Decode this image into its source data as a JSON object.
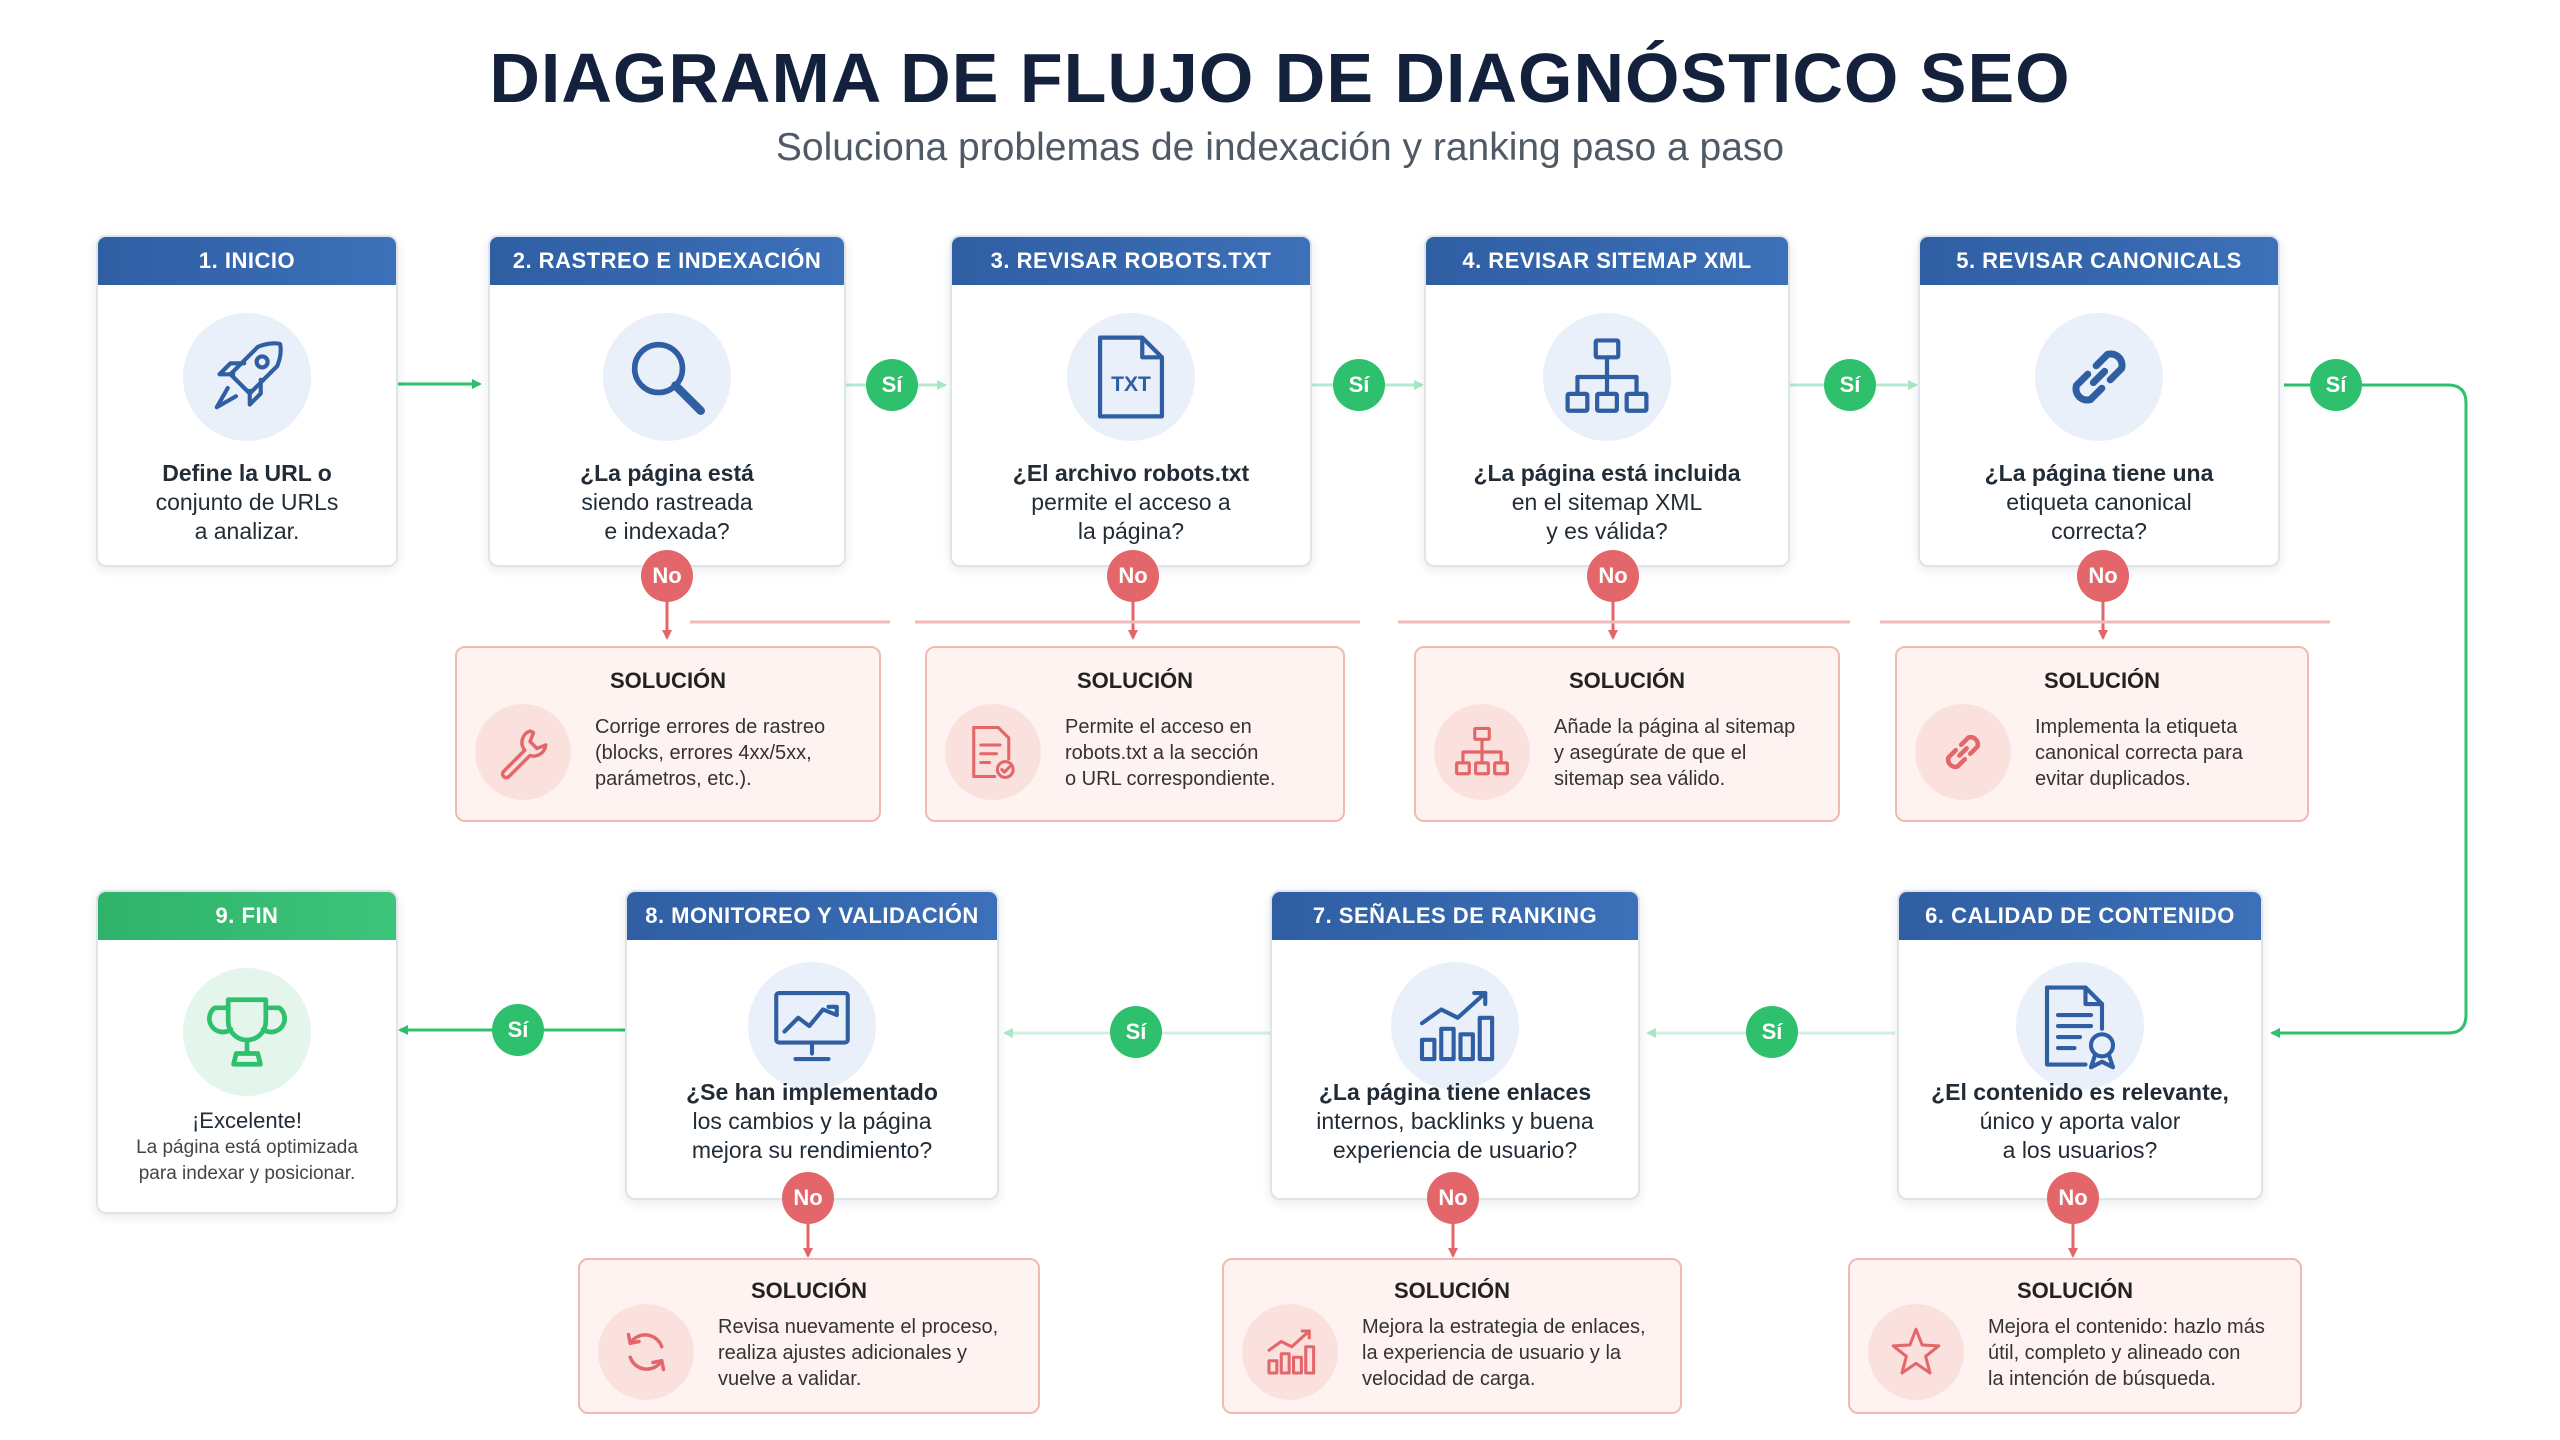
{
  "header": {
    "title": "DIAGRAMA DE FLUJO DE DIAGNÓSTICO SEO",
    "subtitle": "Soluciona problemas de indexación y ranking paso a paso"
  },
  "steps": [
    {
      "title": "1. INICIO",
      "icon": "rocket-icon",
      "lines": [
        "Define la URL o",
        "conjunto de URLs",
        "a analizar."
      ]
    },
    {
      "title": "2. RASTREO E INDEXACIÓN",
      "icon": "magnifier-icon",
      "lines": [
        "¿La página está",
        "siendo rastreada",
        "e indexada?"
      ]
    },
    {
      "title": "3. REVISAR ROBOTS.TXT",
      "icon": "txt-file-icon",
      "icon_text": "TXT",
      "lines": [
        "¿El archivo robots.txt",
        "permite el acceso a",
        "la página?"
      ]
    },
    {
      "title": "4. REVISAR SITEMAP XML",
      "icon": "sitemap-icon",
      "lines": [
        "¿La página está incluida",
        "en el sitemap XML",
        "y es válida?"
      ]
    },
    {
      "title": "5. REVISAR CANONICALS",
      "icon": "link-icon",
      "lines": [
        "¿La página tiene una",
        "etiqueta canonical",
        "correcta?"
      ]
    },
    {
      "title": "6. CALIDAD DE CONTENIDO",
      "icon": "document-badge-icon",
      "lines": [
        "¿El contenido es relevante,",
        "único y aporta valor",
        "a los usuarios?"
      ]
    },
    {
      "title": "7. SEÑALES DE RANKING",
      "icon": "growth-chart-icon",
      "lines": [
        "¿La página tiene enlaces",
        "internos, backlinks y buena",
        "experiencia de usuario?"
      ]
    },
    {
      "title": "8. MONITOREO Y VALIDACIÓN",
      "icon": "monitor-chart-icon",
      "lines": [
        "¿Se han implementado",
        "los cambios y la página",
        "mejora su rendimiento?"
      ]
    },
    {
      "title": "9. FIN",
      "icon": "trophy-icon",
      "lines": [
        "¡Excelente!",
        "La página está optimizada",
        "para indexar y posicionar."
      ]
    }
  ],
  "solutions": [
    {
      "title": "SOLUCIÓN",
      "icon": "wrench-icon",
      "lines": [
        "Corrige errores de rastreo",
        "(blocks, errores 4xx/5xx,",
        "parámetros, etc.)."
      ]
    },
    {
      "title": "SOLUCIÓN",
      "icon": "file-check-icon",
      "lines": [
        "Permite el acceso en",
        "robots.txt a la sección",
        "o URL correspondiente."
      ]
    },
    {
      "title": "SOLUCIÓN",
      "icon": "sitemap-icon",
      "lines": [
        "Añade la página al sitemap",
        "y asegúrate de que el",
        "sitemap sea válido."
      ]
    },
    {
      "title": "SOLUCIÓN",
      "icon": "link-icon",
      "lines": [
        "Implementa la etiqueta",
        "canonical correcta para",
        "evitar duplicados."
      ]
    },
    {
      "title": "SOLUCIÓN",
      "icon": "star-icon",
      "lines": [
        "Mejora el contenido: hazlo más",
        "útil, completo y alineado con",
        "la intención de búsqueda."
      ]
    },
    {
      "title": "SOLUCIÓN",
      "icon": "growth-chart-icon",
      "lines": [
        "Mejora la estrategia de enlaces,",
        "la experiencia de usuario y la",
        "velocidad de carga."
      ]
    },
    {
      "title": "SOLUCIÓN",
      "icon": "refresh-icon",
      "lines": [
        "Revisa nuevamente el proceso,",
        "realiza ajustes adicionales y",
        "vuelve a validar."
      ]
    }
  ],
  "labels": {
    "yes": "Sí",
    "no": "No"
  },
  "colors": {
    "primary": "#2f5ea3",
    "success": "#2ec06c",
    "danger": "#e3666a",
    "solution_bg": "#fff3f1"
  }
}
